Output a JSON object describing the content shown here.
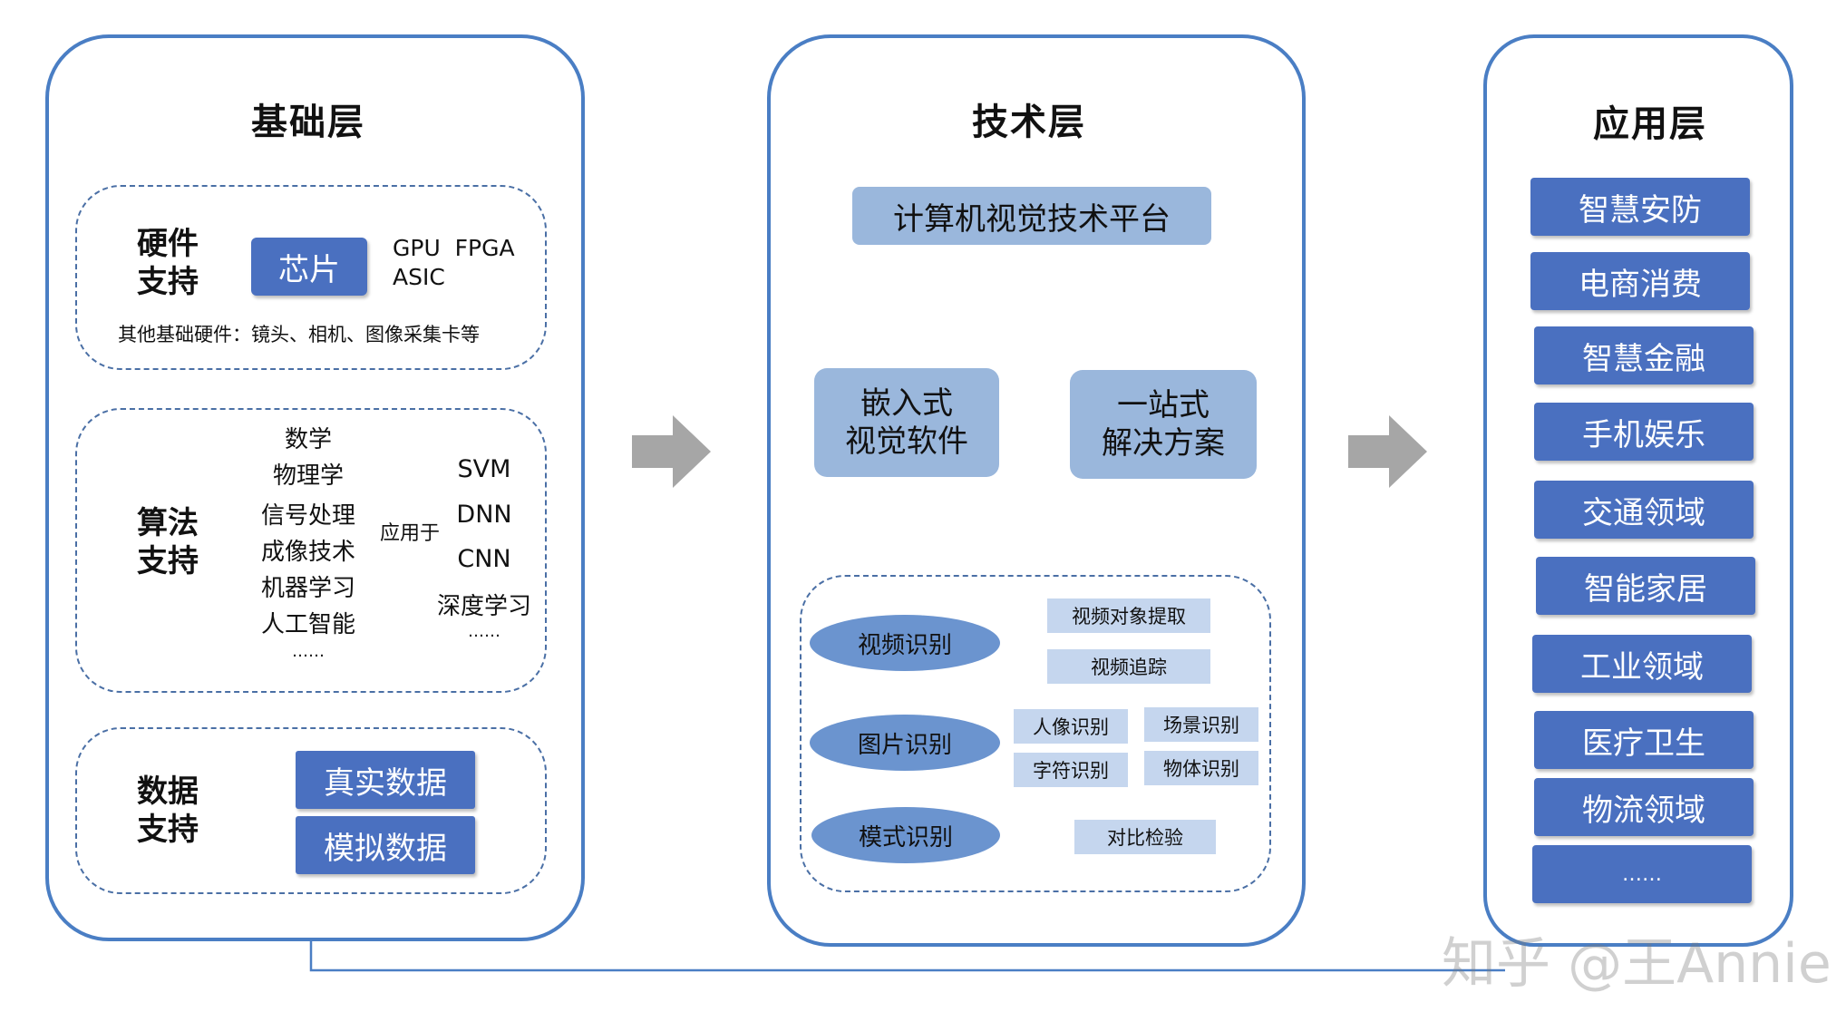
{
  "foundation": {
    "title": "基础层",
    "hardware": {
      "label_line1": "硬件",
      "label_line2": "支持",
      "chip": "芯片",
      "chip_types_line1": "GPU  FPGA",
      "chip_types_line2": "ASIC",
      "other": "其他基础硬件：镜头、相机、图像采集卡等"
    },
    "algorithm": {
      "label_line1": "算法",
      "label_line2": "支持",
      "fields": [
        "数学",
        "物理学",
        "信号处理",
        "成像技术",
        "机器学习",
        "人工智能",
        "……"
      ],
      "applied_to": "应用于",
      "methods": [
        "SVM",
        "DNN",
        "CNN",
        "深度学习",
        "……"
      ]
    },
    "data": {
      "label_line1": "数据",
      "label_line2": "支持",
      "real": "真实数据",
      "simulated": "模拟数据"
    }
  },
  "technology": {
    "title": "技术层",
    "platform": "计算机视觉技术平台",
    "embedded_line1": "嵌入式",
    "embedded_line2": "视觉软件",
    "onestop_line1": "一站式",
    "onestop_line2": "解决方案",
    "recognition": [
      {
        "name": "视频识别",
        "items": [
          "视频对象提取",
          "视频追踪"
        ]
      },
      {
        "name": "图片识别",
        "items": [
          "人像识别",
          "场景识别",
          "字符识别",
          "物体识别"
        ]
      },
      {
        "name": "模式识别",
        "items": [
          "对比检验"
        ]
      }
    ]
  },
  "application": {
    "title": "应用层",
    "items": [
      "智慧安防",
      "电商消费",
      "智慧金融",
      "手机娱乐",
      "交通领域",
      "智能家居",
      "工业领域",
      "医疗卫生",
      "物流领域",
      "……"
    ]
  },
  "watermark": "知乎 @王Annie",
  "colors": {
    "panel_border": "#4a7ec4",
    "dark_button": "#4a70c0",
    "light_button": "#9ab7dc",
    "chip_fill": "#c5d6ee",
    "ellipse_fill": "#6b94cf",
    "arrow_gray": "#a6a6a6"
  }
}
